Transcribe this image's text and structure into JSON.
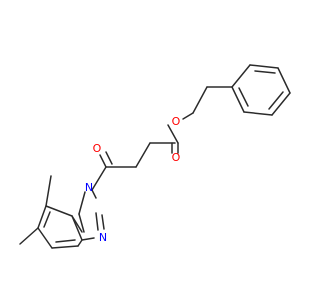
{
  "molecule": {
    "atoms": {
      "O_carbonyl_ketone": {
        "label": "O",
        "color": "#ff0000"
      },
      "O_carbonyl_ester": {
        "label": "O",
        "color": "#ff0000"
      },
      "O_ester": {
        "label": "O",
        "color": "#ff0000"
      },
      "N1": {
        "label": "N",
        "color": "#0000ff"
      },
      "N3": {
        "label": "N",
        "color": "#0000ff"
      }
    },
    "bond_color": "#2b2b2b"
  }
}
